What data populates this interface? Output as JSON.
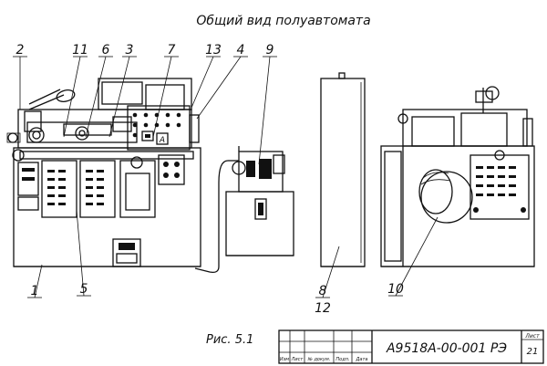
{
  "title": "Общий вид полуавтомата",
  "figure_caption": "Рис. 5.1",
  "callouts": {
    "c1": "1",
    "c2": "2",
    "c3": "3",
    "c4": "4",
    "c5": "5",
    "c6": "6",
    "c7": "7",
    "c8": "8",
    "c9": "9",
    "c10": "10",
    "c11": "11",
    "c12": "12",
    "c13": "13"
  },
  "panel_letter": "А",
  "title_block": {
    "doc_number": "А9518А-00-001 РЭ",
    "sheet_label": "Лист",
    "sheet_number": "21",
    "col_izm": "Изм",
    "col_list": "Лист",
    "col_doc": "№ докум.",
    "col_sign": "Подп.",
    "col_date": "Дата"
  }
}
